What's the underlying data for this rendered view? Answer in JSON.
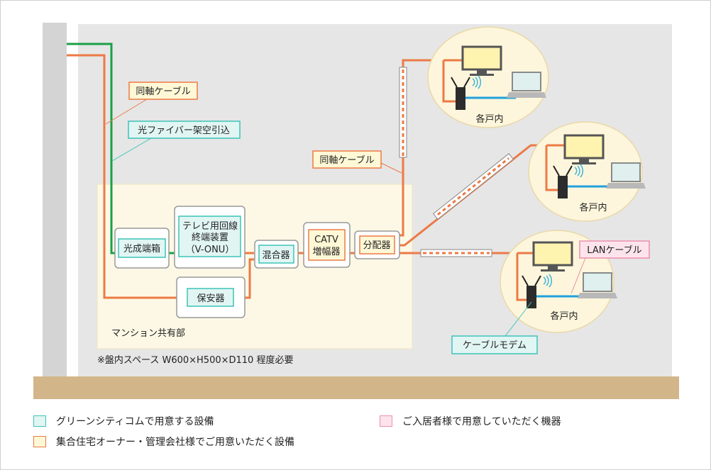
{
  "colors": {
    "orange": "#ec7a45",
    "green": "#19a046",
    "teal": "#3cc4b8",
    "teal_fill": "#e1f5f3",
    "cream_fill": "#fff8d6",
    "pink": "#ec8fab",
    "pink_fill": "#fde4ec",
    "blue": "#1fa0dc",
    "ground": "#d2b689"
  },
  "callouts": {
    "coax_top": "同軸ケーブル",
    "fiber": "光ファイバー架空引込",
    "coax_mid": "同軸ケーブル",
    "lan": "LANケーブル",
    "modem": "ケーブルモデム"
  },
  "devices": {
    "optical_box": "光成端箱",
    "v_onu_line1": "テレビ用回線",
    "v_onu_line2": "終端装置",
    "v_onu_line3": "（V-ONU）",
    "mixer": "混合器",
    "catv_line1": "CATV",
    "catv_line2": "増幅器",
    "splitter": "分配器",
    "protector": "保安器"
  },
  "areas": {
    "shared": "マンション共有部",
    "note": "※盤内スペース W600×H500×D110 程度必要",
    "unit1": "各戸内",
    "unit2": "各戸内",
    "unit3": "各戸内"
  },
  "legend": [
    {
      "label": "グリーンシティコムで用意する設備",
      "color": "teal"
    },
    {
      "label": "集合住宅オーナー・管理会社様でご用意いただく設備",
      "color": "cream"
    },
    {
      "label": "ご入居者様で用意していただく機器",
      "color": "pink"
    }
  ]
}
